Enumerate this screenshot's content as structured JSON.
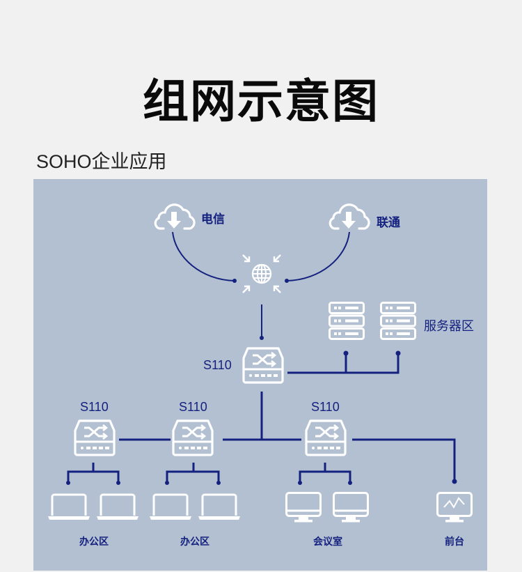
{
  "header": {
    "title": "组网示意图",
    "subtitle": "SOHO企业应用"
  },
  "colors": {
    "background": "#f1f1f1",
    "panel": "#b3c0d2",
    "line": "#15217e",
    "icon": "#ffffff",
    "label": "#15217e"
  },
  "diagram": {
    "isps": [
      {
        "label": "电信",
        "icon": "cloud-download-icon"
      },
      {
        "label": "联通",
        "icon": "cloud-download-icon"
      }
    ],
    "internet": {
      "icon": "globe-icon"
    },
    "core_switch": {
      "label": "S110",
      "icon": "switch-icon"
    },
    "server_zone": {
      "label": "服务器区",
      "count": 2,
      "icon": "server-rack-icon"
    },
    "access_switches": [
      {
        "label": "S110"
      },
      {
        "label": "S110"
      },
      {
        "label": "S110"
      }
    ],
    "endpoints": [
      {
        "label": "办公区",
        "device": "laptop-icon",
        "count": 2
      },
      {
        "label": "办公区",
        "device": "laptop-icon",
        "count": 2
      },
      {
        "label": "会议室",
        "device": "monitor-icon",
        "count": 2
      },
      {
        "label": "前台",
        "device": "monitor-chart-icon",
        "count": 1
      }
    ]
  }
}
